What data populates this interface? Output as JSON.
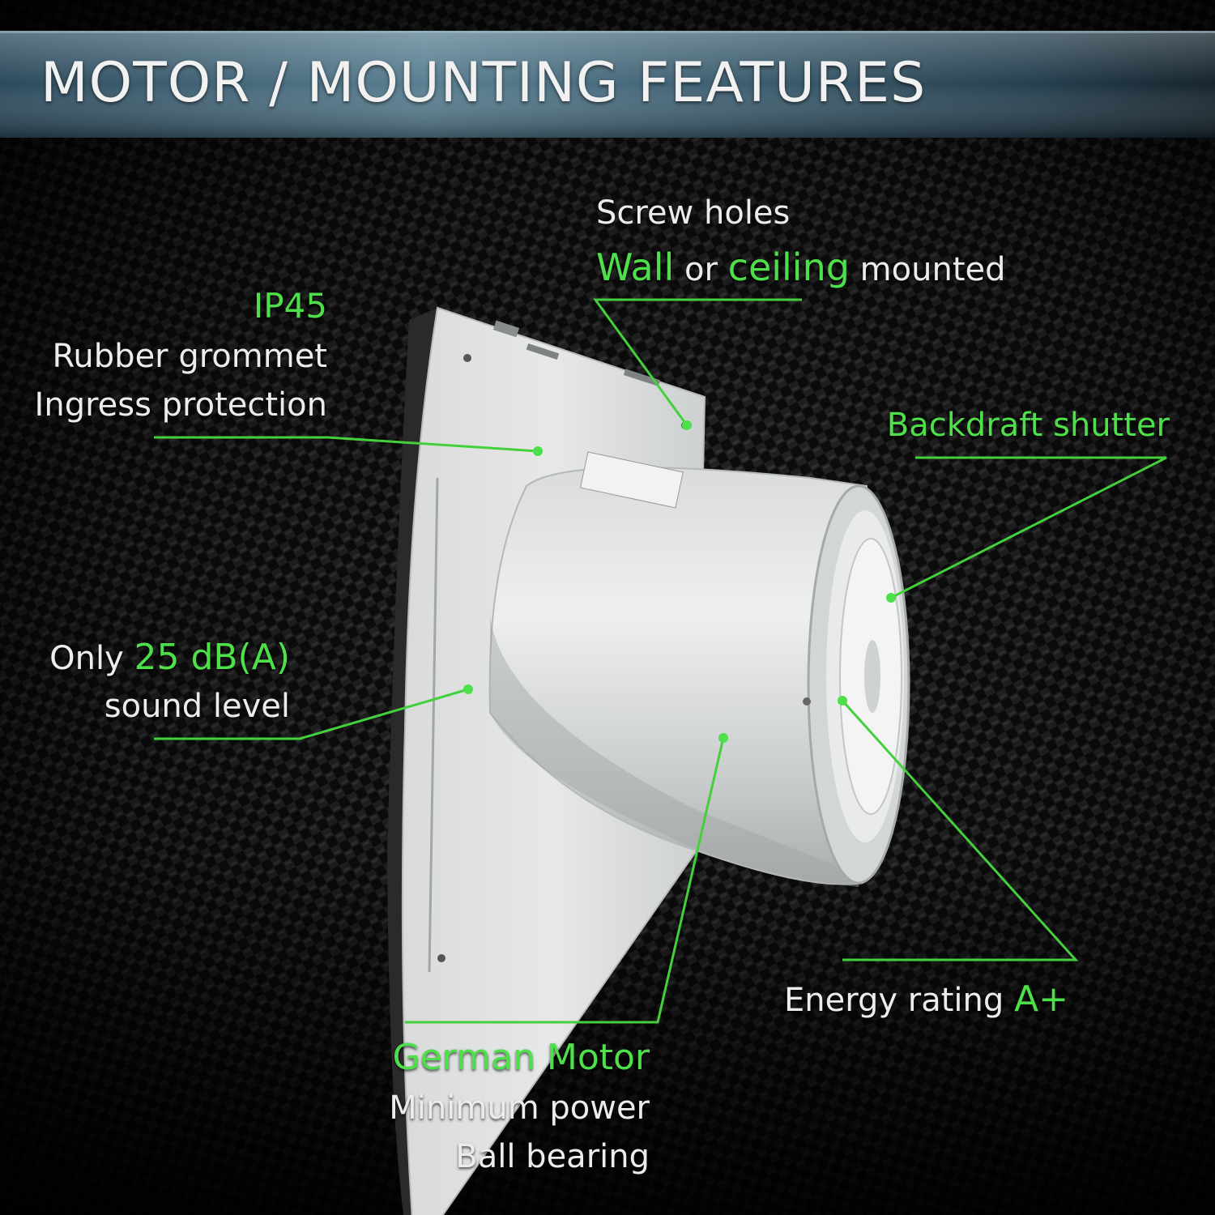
{
  "header": {
    "title": "MOTOR / MOUNTING FEATURES"
  },
  "colors": {
    "accent_green": "#4ee04a",
    "text_white": "#ececec",
    "background": "#0b0b0b"
  },
  "callouts": {
    "screw": {
      "line1": "Screw holes",
      "wall": "Wall",
      "or": "or",
      "ceiling": "ceiling",
      "mounted": "mounted"
    },
    "ip45": {
      "title": "IP45",
      "line1": "Rubber grommet",
      "line2": "Ingress protection"
    },
    "backdraft": {
      "title": "Backdraft shutter"
    },
    "sound": {
      "only": "Only",
      "value": "25 dB(A)",
      "line2": "sound level"
    },
    "energy": {
      "label": "Energy rating",
      "value": "A+"
    },
    "motor": {
      "title": "German Motor",
      "line1": "Minimum power",
      "line2": "Ball bearing"
    }
  }
}
